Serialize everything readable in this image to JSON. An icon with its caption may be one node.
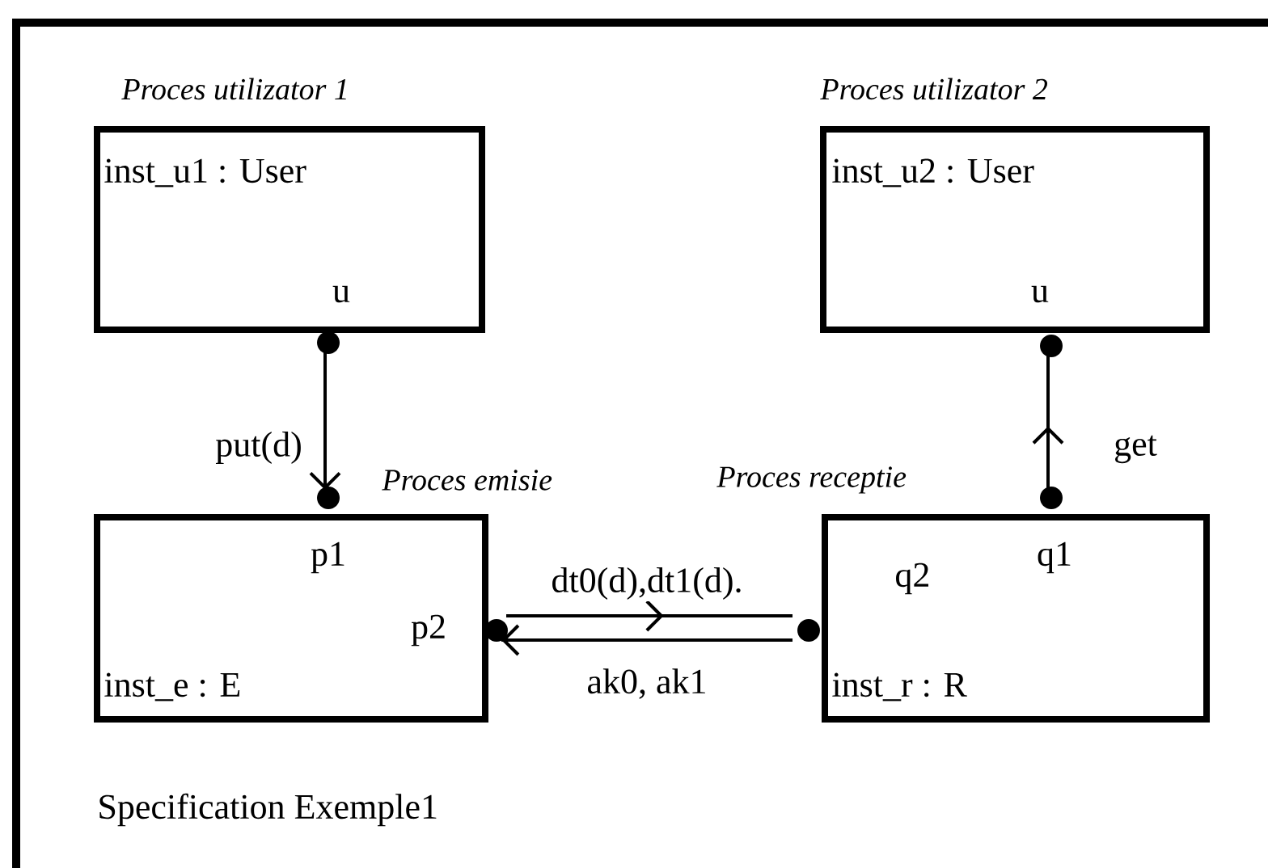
{
  "diagram": {
    "caption": "Specification Exemple1",
    "nodes": [
      {
        "text": [
          "Proces utilizator 1",
          "inst_u1 : User",
          "u"
        ]
      },
      {
        "text": [
          "Proces utilizator 2",
          "inst_u2 : User",
          "u"
        ]
      },
      {
        "text": [
          "Proces emisie",
          "inst_e : E",
          "p1",
          "p2"
        ]
      },
      {
        "text": [
          "Proces receptie",
          "inst_r : R",
          "q1",
          "q2"
        ]
      }
    ],
    "edges": [
      {
        "from": 0,
        "to": 2,
        "arrow": "to",
        "label": "put(d)"
      },
      {
        "from": 3,
        "to": 1,
        "arrow": "to",
        "label": "get"
      },
      {
        "from": 2,
        "to": 3,
        "arrow": "to",
        "label": "dt0(d),dt1(d)."
      },
      {
        "from": 3,
        "to": 2,
        "arrow": "to",
        "label": "ak0, ak1"
      }
    ]
  }
}
